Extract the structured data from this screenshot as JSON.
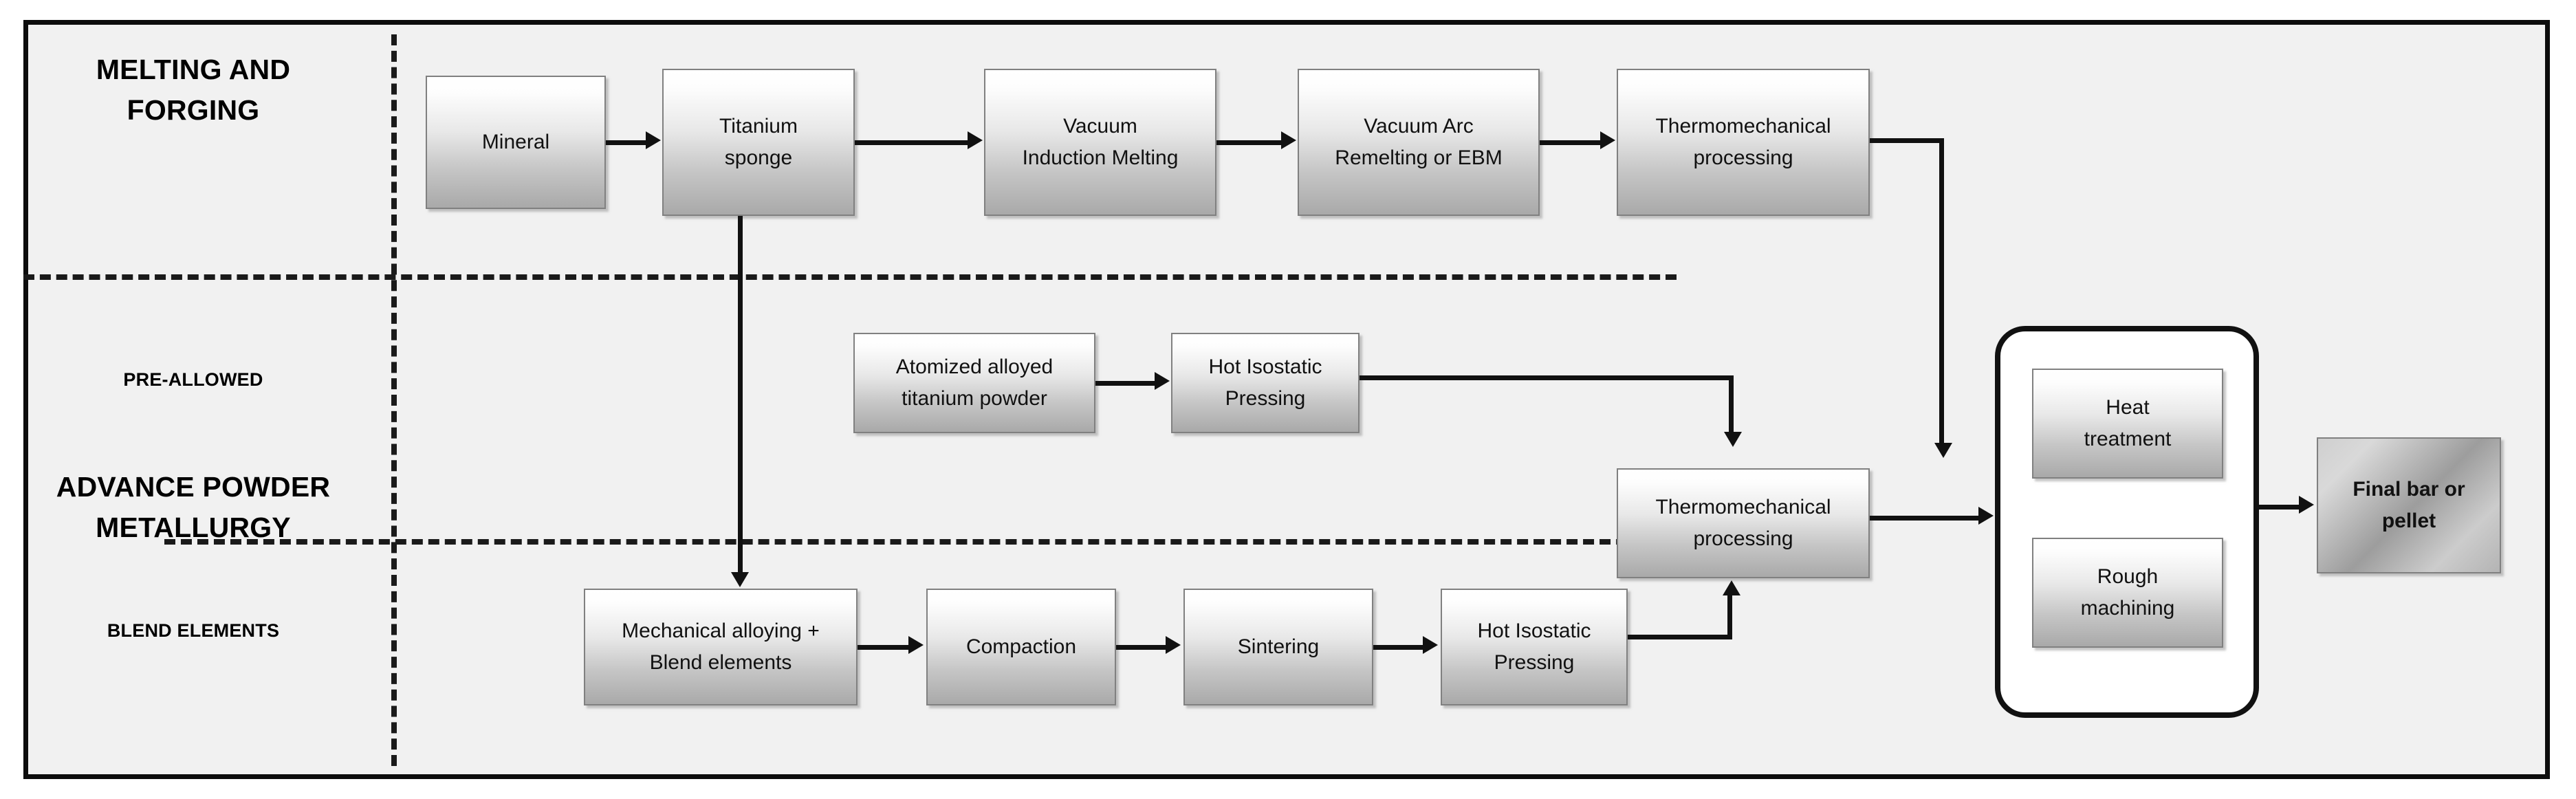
{
  "diagram": {
    "title": "Titanium processing routes flowchart",
    "section_labels": [
      {
        "id": "melting-forging",
        "line1": "MELTING AND",
        "line2": "FORGING"
      },
      {
        "id": "pre-allowed",
        "line1": "PRE-ALLOWED",
        "line2": ""
      },
      {
        "id": "advance-powder-metallurgy",
        "line1": "ADVANCE POWDER",
        "line2": "METALLURGY"
      },
      {
        "id": "blend-elements",
        "line1": "BLEND ELEMENTS",
        "line2": ""
      }
    ],
    "nodes": {
      "mineral": "Mineral",
      "titanium_sponge_l1": "Titanium",
      "titanium_sponge_l2": "sponge",
      "vim_l1": "Vacuum",
      "vim_l2": "Induction Melting",
      "var_l1": "Vacuum Arc",
      "var_l2": "Remelting or EBM",
      "tmp_top_l1": "Thermomechanical",
      "tmp_top_l2": "processing",
      "atomized_l1": "Atomized alloyed",
      "atomized_l2": "titanium powder",
      "hip_mid_l1": "Hot Isostatic",
      "hip_mid_l2": "Pressing",
      "tmp_mid_l1": "Thermomechanical",
      "tmp_mid_l2": "processing",
      "mech_alloy_l1": "Mechanical alloying +",
      "mech_alloy_l2": "Blend elements",
      "compaction": "Compaction",
      "sintering": "Sintering",
      "hip_bot_l1": "Hot Isostatic",
      "hip_bot_l2": "Pressing",
      "heat_treatment_l1": "Heat",
      "heat_treatment_l2": "treatment",
      "rough_machining_l1": "Rough",
      "rough_machining_l2": "machining",
      "final_l1": "Final bar or",
      "final_l2": "pellet"
    },
    "colors": {
      "frame_border": "#0d0d0d",
      "canvas": "#f1f1f1",
      "box_border": "#808080",
      "connector": "#111111",
      "divider": "#1a1a1a"
    }
  }
}
